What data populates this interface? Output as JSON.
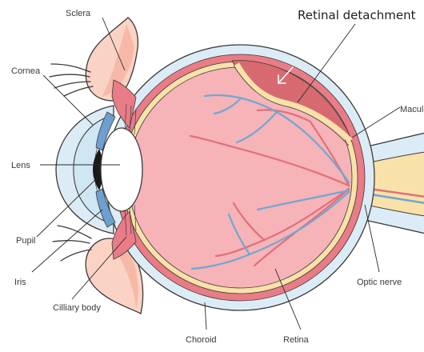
{
  "title": "Retinal detachment",
  "labels": {
    "sclera": "Sclera",
    "cornea": "Cornea",
    "lens": "Lens",
    "pupil": "Pupil",
    "iris": "Iris",
    "ciliary_body": "Cilliary body",
    "choroid": "Choroid",
    "retina": "Retina",
    "optic_nerve": "Optic nerve",
    "macula": "Macula"
  },
  "colors": {
    "sclera_outer": "#dcecf6",
    "choroid": "#e97c86",
    "retina_band": "#f8e2a9",
    "vitreous": "#f6b3b8",
    "detachment": "#d76a70",
    "vessel_red": "#e0707a",
    "vessel_blue": "#6fa8d0",
    "iris": "#6e9fd0",
    "eyelid": "#fbd3c4",
    "outline": "#3a3a3a"
  }
}
